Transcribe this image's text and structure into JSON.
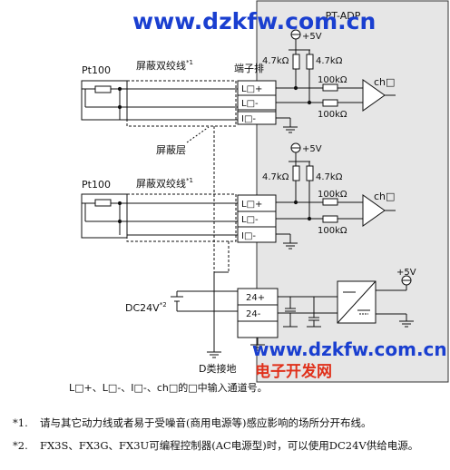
{
  "watermark": {
    "url": "www.dzkfw.com.cn",
    "site_name": "电子开发网",
    "color": "#1a3fd0",
    "site_name_color": "#e0301a"
  },
  "diagram": {
    "module_title": "PT-ADP",
    "sensor_label": "Pt100",
    "cable_label": "屏蔽双绞线",
    "cable_footnote": "*1",
    "terminal_label": "端子排",
    "shield_label": "屏蔽层",
    "supply_label": "+5V",
    "pullup_resistor": "4.7kΩ",
    "series_resistor": "100kΩ",
    "channel_label": "ch□",
    "terminals": [
      "L□+",
      "L□-",
      "I□-"
    ],
    "power_terminals": [
      "24+",
      "24-"
    ],
    "power_input_label": "DC24V",
    "power_footnote": "*2",
    "ground_label": "D类接地",
    "channel_note": "L□+、L□-、I□-、ch□的□中输入通道号。",
    "module_bg": "#e6e6e6"
  },
  "notes": [
    {
      "mark": "*1.",
      "text": "请与其它动力线或者易于受噪音(商用电源等)感应影响的场所分开布线。"
    },
    {
      "mark": "*2.",
      "text": "FX3S、FX3G、FX3U可编程控制器(AC电源型)时，可以使用DC24V供给电源。"
    }
  ]
}
